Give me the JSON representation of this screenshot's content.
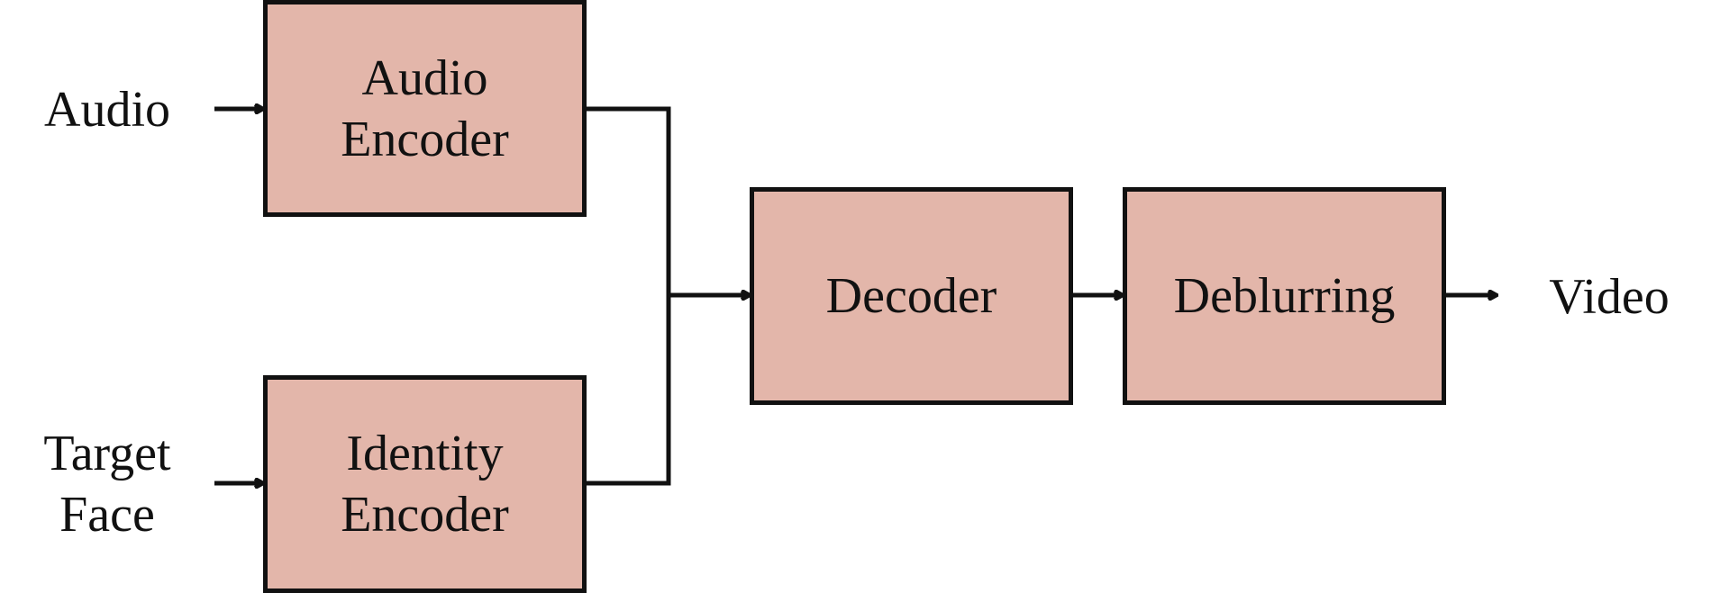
{
  "inputs": {
    "audio": "Audio",
    "target_face": [
      "Target",
      "Face"
    ]
  },
  "blocks": {
    "audio_encoder": [
      "Audio",
      "Encoder"
    ],
    "identity_encoder": [
      "Identity",
      "Encoder"
    ],
    "decoder": "Decoder",
    "deblurring": "Deblurring"
  },
  "output": {
    "video": "Video"
  },
  "colors": {
    "block_fill": "#e3b6aa",
    "stroke": "#111111",
    "background": "#ffffff"
  }
}
